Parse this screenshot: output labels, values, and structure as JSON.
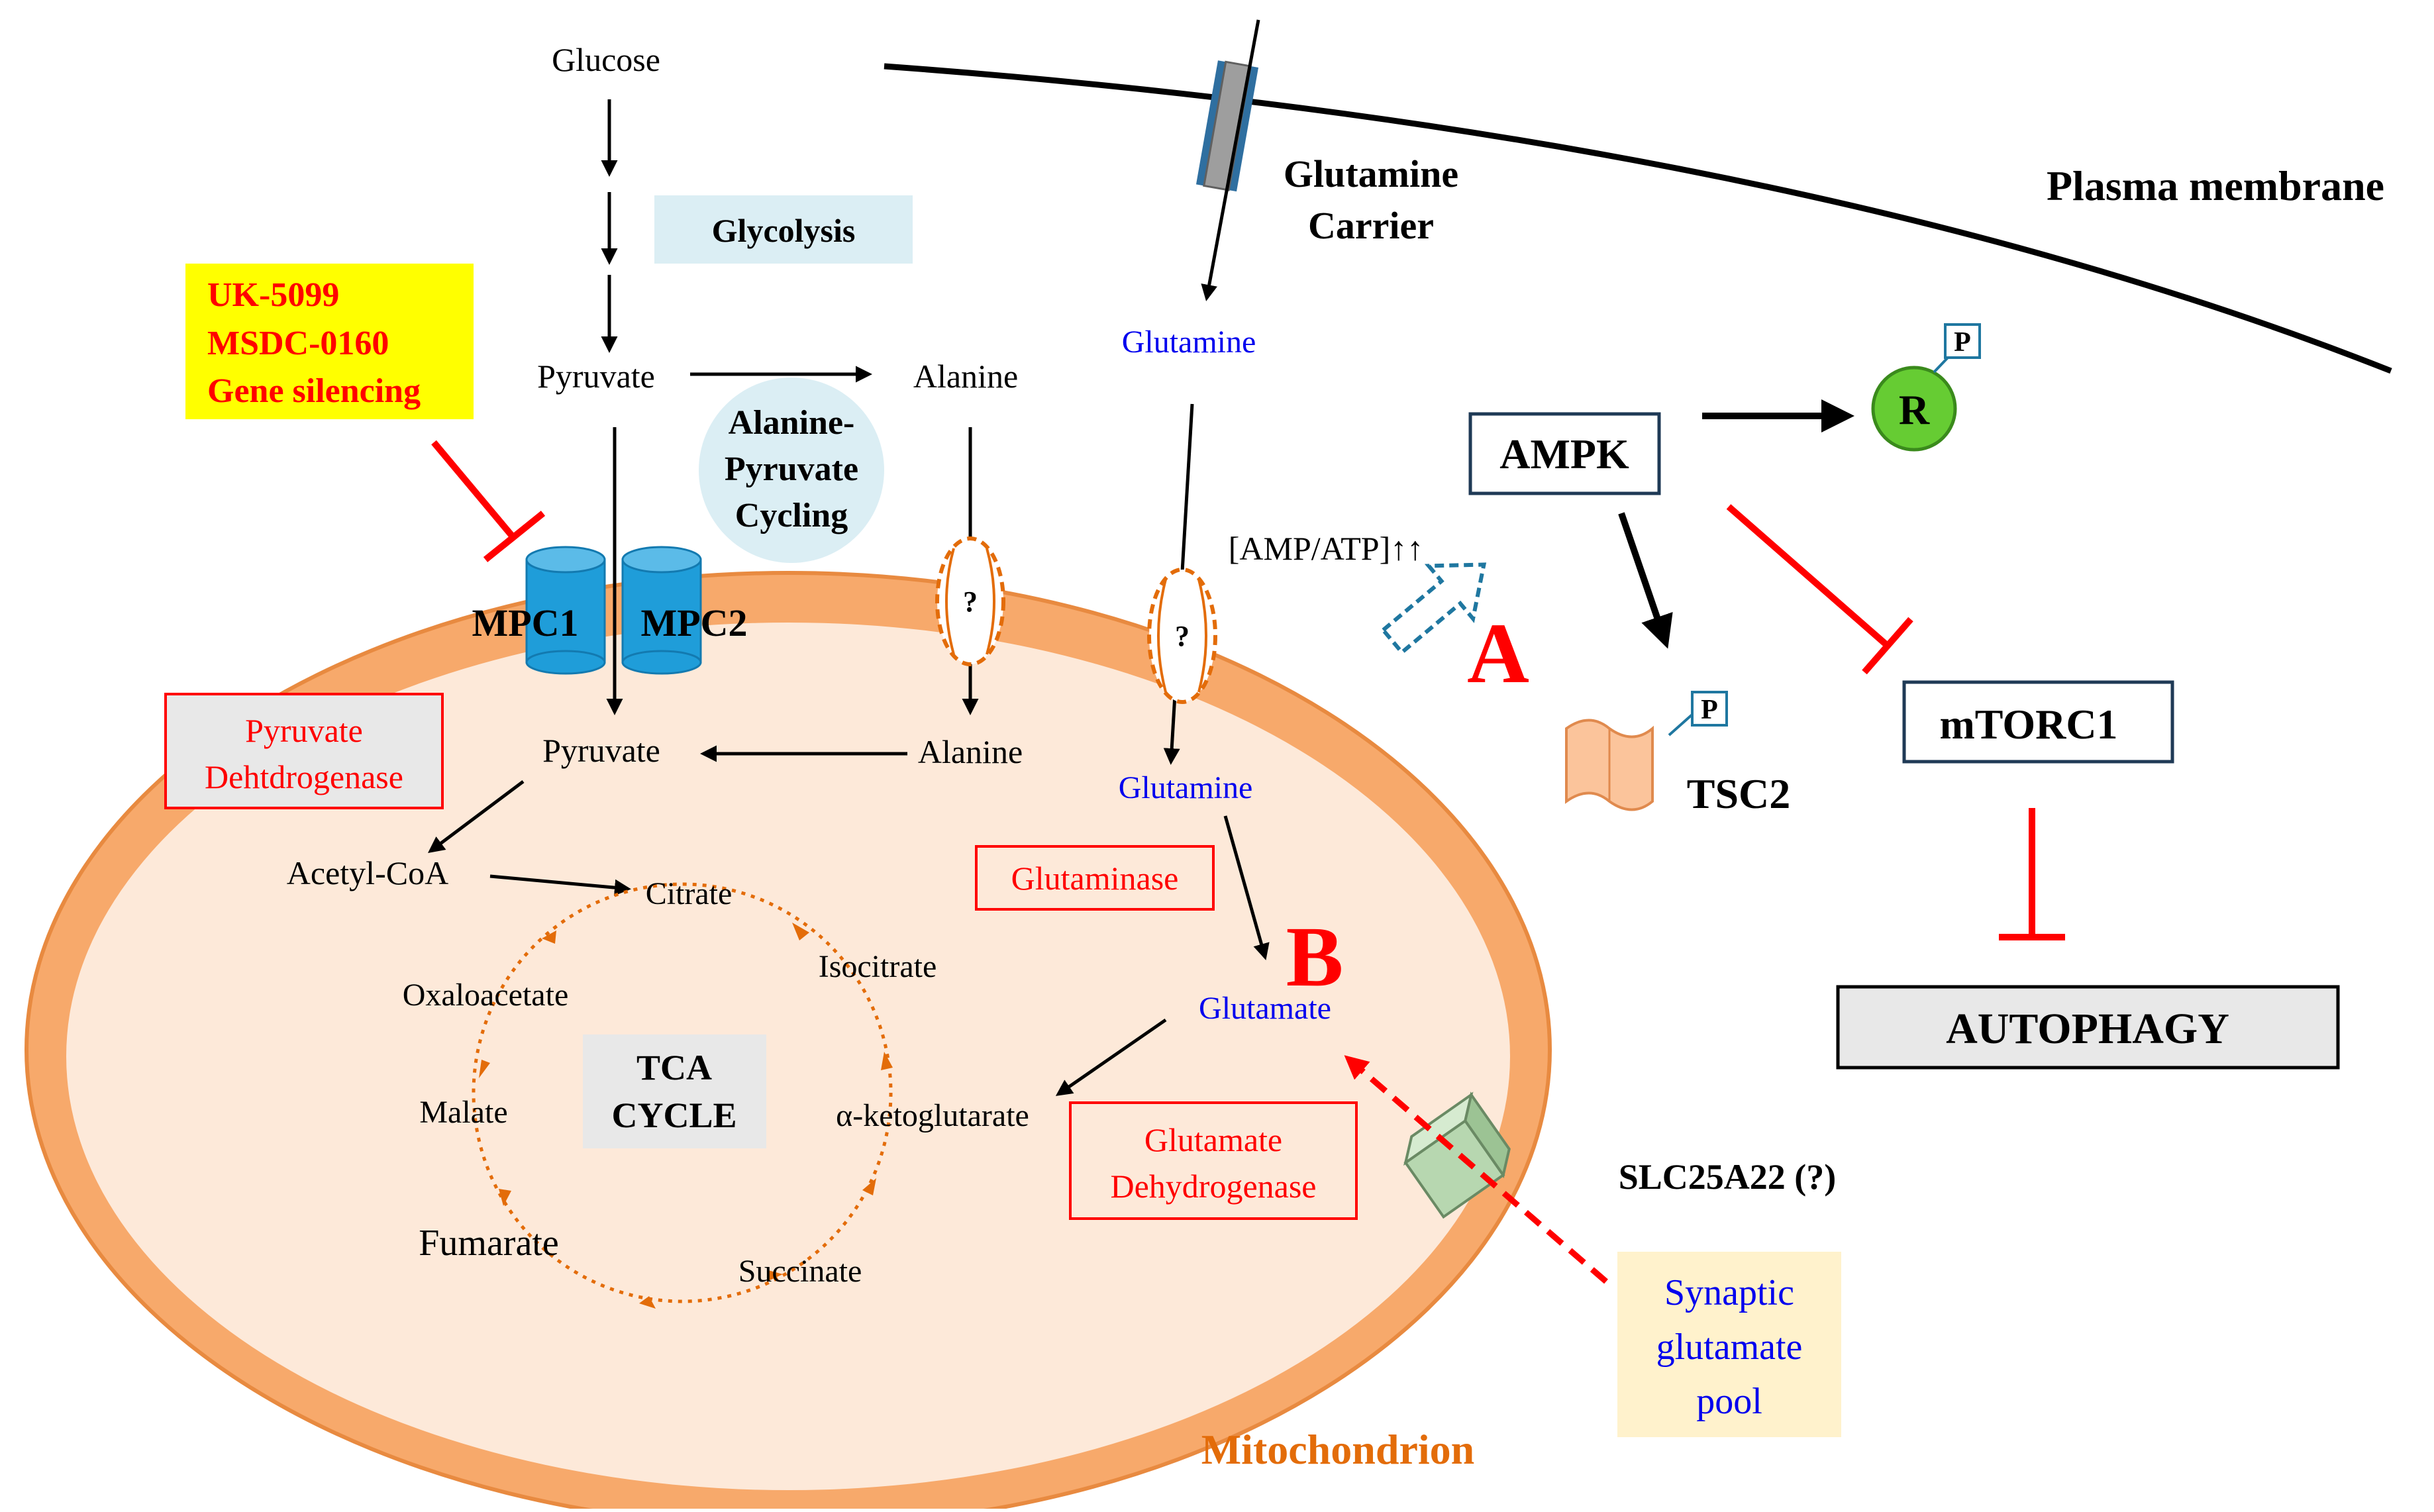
{
  "colors": {
    "black": "#000000",
    "red": "#ff0000",
    "blue": "#0000ee",
    "orange": "#e36c09",
    "membrane_orange": "#f7a96b",
    "matrix_fill": "#fde9d9",
    "mpc_blue": "#1f9dd9",
    "light_blue_box": "#dbeef4",
    "yellow_box": "#ffff00",
    "cream_box": "#fff2cc",
    "gray_box": "#e8e8e8",
    "green_r": "#66cc33",
    "teal": "#1f77a0"
  },
  "cytosol": {
    "glucose": "Glucose",
    "glycolysis": "Glycolysis",
    "pyruvate": "Pyruvate",
    "alanine": "Alanine",
    "alanine_pyruvate_cycling": [
      "Alanine-",
      "Pyruvate",
      "Cycling"
    ],
    "glutamine": "Glutamine",
    "glutamine_carrier": [
      "Glutamine",
      "Carrier"
    ],
    "plasma_membrane": "Plasma membrane",
    "amp_atp": "[AMP/ATP]↑↑"
  },
  "inhibitors": {
    "lines": [
      "UK-5099",
      "MSDC-0160",
      "Gene silencing"
    ]
  },
  "transporters": {
    "mpc1": "MPC1",
    "mpc2": "MPC2",
    "unknown_alanine": "?",
    "unknown_glutamine": "?",
    "slc25a22": "SLC25A22 (?)"
  },
  "mitochondrion": {
    "label": "Mitochondrion",
    "pyruvate": "Pyruvate",
    "alanine": "Alanine",
    "glutamine": "Glutamine",
    "glutamate": "Glutamate",
    "acetyl_coa": "Acetyl-CoA",
    "pyruvate_dehydrogenase": [
      "Pyruvate",
      "Dehtdrogenase"
    ],
    "glutaminase": "Glutaminase",
    "glutamate_dehydrogenase": [
      "Glutamate",
      "Dehydrogenase"
    ],
    "tca_cycle": [
      "TCA",
      "CYCLE"
    ],
    "citrate": "Citrate",
    "isocitrate": "Isocitrate",
    "alpha_ketoglutarate": "α-ketoglutarate",
    "succinate": "Succinate",
    "fumarate": "Fumarate",
    "malate": "Malate",
    "oxaloacetate": "Oxaloacetate"
  },
  "signaling": {
    "ampk": "AMPK",
    "r": "R",
    "p": "P",
    "tsc2": "TSC2",
    "mtorc1": "mTORC1",
    "autophagy": "AUTOPHAGY",
    "label_a": "A",
    "label_b": "B",
    "synaptic_pool": [
      "Synaptic",
      "glutamate",
      "pool"
    ]
  }
}
